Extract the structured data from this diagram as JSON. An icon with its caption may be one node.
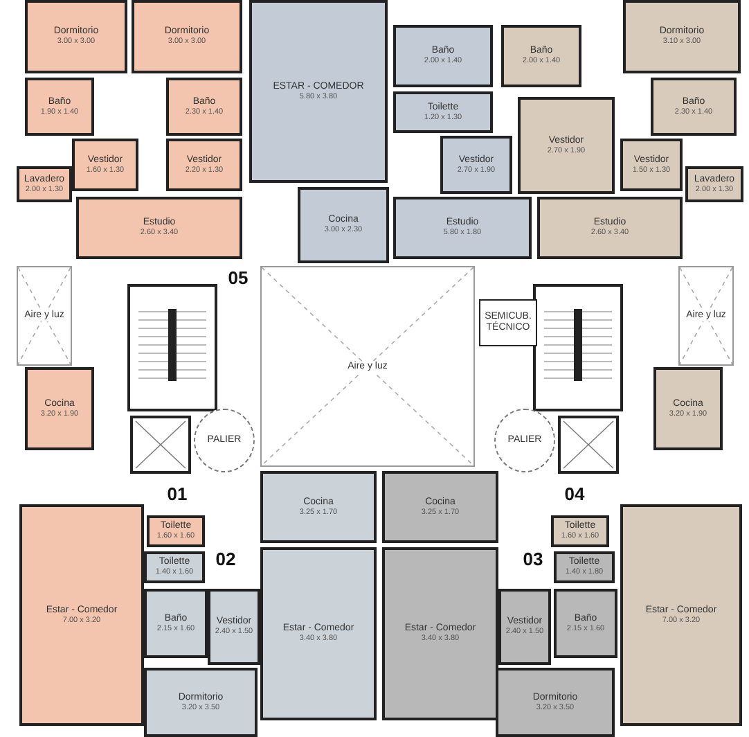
{
  "diagram": {
    "nodes": [
      {
        "text": [
          "Dormitorio",
          "3.00 x 3.00"
        ]
      },
      {
        "text": [
          "Dormitorio",
          "3.00 x 3.00"
        ]
      },
      {
        "text": [
          "ESTAR - COMEDOR",
          "5.80 x 3.80"
        ]
      },
      {
        "text": [
          "Baño",
          "2.00 x 1.40"
        ]
      },
      {
        "text": [
          "Baño",
          "2.00 x 1.40"
        ]
      },
      {
        "text": [
          "Dormitorio",
          "3.10 x 3.00"
        ]
      },
      {
        "text": [
          "Baño",
          "1.90 x 1.40"
        ]
      },
      {
        "text": [
          "Baño",
          "2.30 x 1.40"
        ]
      },
      {
        "text": [
          "Toilette",
          "1.20 x 1.30"
        ]
      },
      {
        "text": [
          "Baño",
          "2.30 x 1.40"
        ]
      },
      {
        "text": [
          "Vestidor",
          "1.60 x 1.30"
        ]
      },
      {
        "text": [
          "Vestidor",
          "2.20 x 1.30"
        ]
      },
      {
        "text": [
          "Vestidor",
          "2.70 x 1.90"
        ]
      },
      {
        "text": [
          "Vestidor",
          "2.70 x 1.90"
        ]
      },
      {
        "text": [
          "Vestidor",
          "1.50 x 1.30"
        ]
      },
      {
        "text": [
          "Lavadero",
          "2.00 x 1.30"
        ]
      },
      {
        "text": [
          "Lavadero",
          "2.00 x 1.30"
        ]
      },
      {
        "text": [
          "Estudio",
          "2.60 x 3.40"
        ]
      },
      {
        "text": [
          "Cocina",
          "3.00 x 2.30"
        ]
      },
      {
        "text": [
          "Estudio",
          "5.80 x 1.80"
        ]
      },
      {
        "text": [
          "Estudio",
          "2.60 x 3.40"
        ]
      },
      {
        "text": [
          "05"
        ]
      },
      {
        "text": [
          "Aire y luz"
        ]
      },
      {
        "text": [
          "Aire y luz"
        ]
      },
      {
        "text": [
          "SEMICUB. TÉCNICO"
        ]
      },
      {
        "text": [
          "Aire y luz"
        ]
      },
      {
        "text": [
          "Cocina",
          "3.20 x 1.90"
        ]
      },
      {
        "text": [
          "Cocina",
          "3.20 x 1.90"
        ]
      },
      {
        "text": [
          "PALIER"
        ]
      },
      {
        "text": [
          "PALIER"
        ]
      },
      {
        "text": [
          "01"
        ]
      },
      {
        "text": [
          "Cocina",
          "3.25 x 1.70"
        ]
      },
      {
        "text": [
          "Cocina",
          "3.25 x 1.70"
        ]
      },
      {
        "text": [
          "04"
        ]
      },
      {
        "text": [
          "Toilette",
          "1.60 x 1.60"
        ]
      },
      {
        "text": [
          "Toilette",
          "1.60 x 1.60"
        ]
      },
      {
        "text": [
          "Estar - Comedor",
          "7.00 x 3.20"
        ]
      },
      {
        "text": [
          "02"
        ]
      },
      {
        "text": [
          "03"
        ]
      },
      {
        "text": [
          "Estar - Comedor",
          "7.00 x 3.20"
        ]
      },
      {
        "text": [
          "Toilette",
          "1.40 x 1.60"
        ]
      },
      {
        "text": [
          "Estar - Comedor",
          "3.40 x 3.80"
        ]
      },
      {
        "text": [
          "Estar - Comedor",
          "3.40 x 3.80"
        ]
      },
      {
        "text": [
          "Toilette",
          "1.40 x 1.80"
        ]
      },
      {
        "text": [
          "Baño",
          "2.15 x 1.60"
        ]
      },
      {
        "text": [
          "Vestidor",
          "2.40 x 1.50"
        ]
      },
      {
        "text": [
          "Vestidor",
          "2.40 x 1.50"
        ]
      },
      {
        "text": [
          "Baño",
          "2.15 x 1.60"
        ]
      },
      {
        "text": [
          "Dormitorio",
          "3.20 x 3.50"
        ]
      },
      {
        "text": [
          "Dormitorio",
          "3.20 x 3.50"
        ]
      }
    ]
  }
}
